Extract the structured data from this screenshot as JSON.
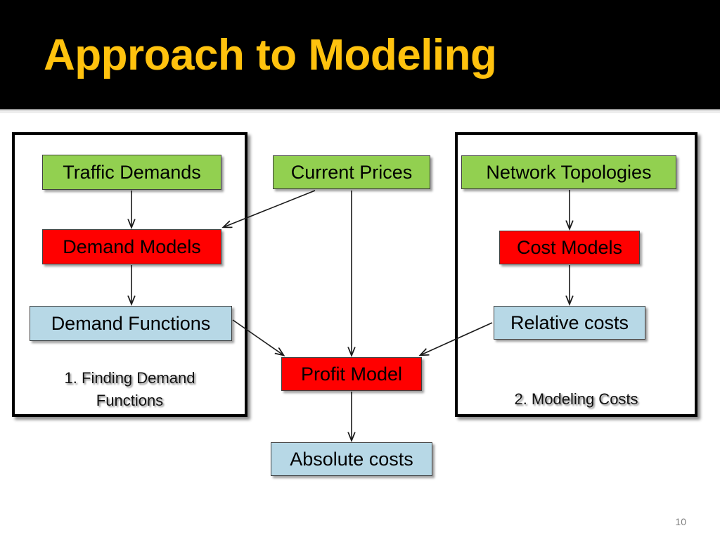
{
  "slide": {
    "title": "Approach to Modeling",
    "page_number": "10",
    "title_color": "#FFC20E",
    "title_bar_color": "#000000",
    "background_color": "#FFFFFF"
  },
  "palette": {
    "input_green": "#92D050",
    "model_red": "#FF0000",
    "output_blue": "#B7D8E6",
    "border_black": "#000000",
    "page_number_gray": "#808080"
  },
  "chart_data": {
    "type": "diagram",
    "title": "Approach to Modeling",
    "nodes": [
      {
        "id": "traffic-demands",
        "label": "Traffic Demands",
        "kind": "input",
        "color": "#92D050",
        "group": "panel-left"
      },
      {
        "id": "demand-models",
        "label": "Demand Models",
        "kind": "model",
        "color": "#FF0000",
        "group": "panel-left"
      },
      {
        "id": "demand-functions",
        "label": "Demand Functions",
        "kind": "output",
        "color": "#B7D8E6",
        "group": "panel-left"
      },
      {
        "id": "current-prices",
        "label": "Current Prices",
        "kind": "input",
        "color": "#92D050",
        "group": "center"
      },
      {
        "id": "profit-model",
        "label": "Profit Model",
        "kind": "model",
        "color": "#FF0000",
        "group": "center"
      },
      {
        "id": "absolute-costs",
        "label": "Absolute costs",
        "kind": "output",
        "color": "#B7D8E6",
        "group": "center"
      },
      {
        "id": "network-topologies",
        "label": "Network Topologies",
        "kind": "input",
        "color": "#92D050",
        "group": "panel-right"
      },
      {
        "id": "cost-models",
        "label": "Cost Models",
        "kind": "model",
        "color": "#FF0000",
        "group": "panel-right"
      },
      {
        "id": "relative-costs",
        "label": "Relative costs",
        "kind": "output",
        "color": "#B7D8E6",
        "group": "panel-right"
      }
    ],
    "edges": [
      {
        "from": "traffic-demands",
        "to": "demand-models",
        "style": "straight-down"
      },
      {
        "from": "demand-models",
        "to": "demand-functions",
        "style": "straight-down"
      },
      {
        "from": "current-prices",
        "to": "demand-models",
        "style": "diagonal-left"
      },
      {
        "from": "current-prices",
        "to": "profit-model",
        "style": "straight-down"
      },
      {
        "from": "demand-functions",
        "to": "profit-model",
        "style": "diagonal-right"
      },
      {
        "from": "network-topologies",
        "to": "cost-models",
        "style": "straight-down"
      },
      {
        "from": "cost-models",
        "to": "relative-costs",
        "style": "straight-down"
      },
      {
        "from": "relative-costs",
        "to": "profit-model",
        "style": "diagonal-left"
      },
      {
        "from": "profit-model",
        "to": "absolute-costs",
        "style": "straight-down"
      }
    ],
    "groups": [
      {
        "id": "panel-left",
        "caption_line1": "1. Finding Demand",
        "caption_line2": "Functions"
      },
      {
        "id": "panel-right",
        "caption_line1": "2. Modeling Costs",
        "caption_line2": ""
      }
    ]
  },
  "nodes": {
    "traffic_demands": "Traffic Demands",
    "demand_models": "Demand Models",
    "demand_functions": "Demand Functions",
    "current_prices": "Current Prices",
    "profit_model": "Profit Model",
    "absolute_costs": "Absolute costs",
    "network_topologies": "Network Topologies",
    "cost_models": "Cost Models",
    "relative_costs": "Relative costs"
  },
  "captions": {
    "left_line1": "1. Finding Demand",
    "left_line2": "Functions",
    "right_line1": "2. Modeling Costs"
  }
}
